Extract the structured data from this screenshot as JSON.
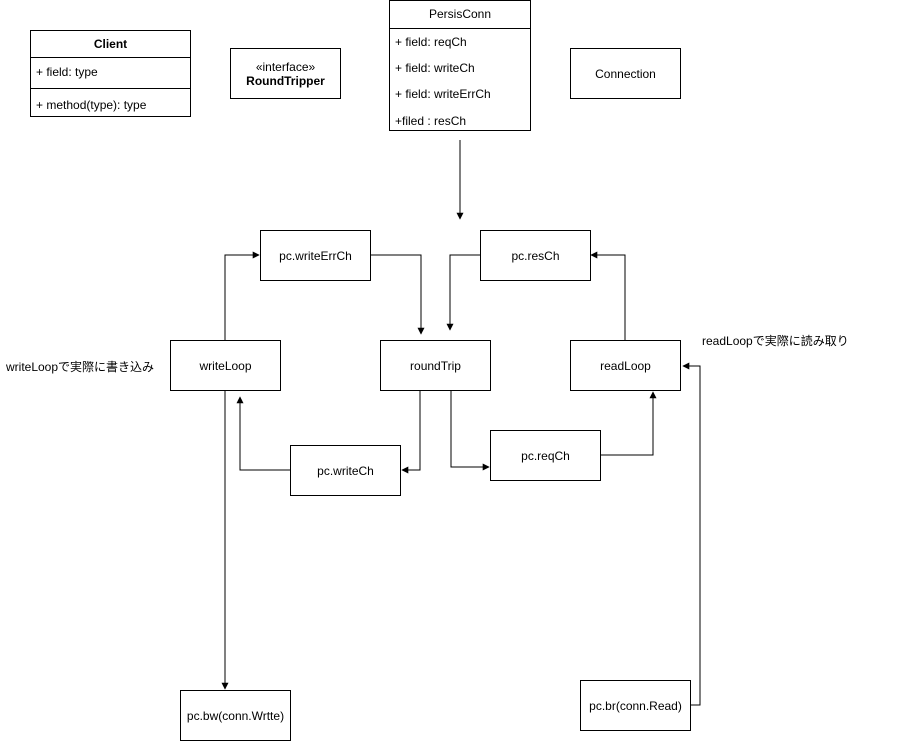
{
  "client": {
    "name": "Client",
    "field": "+ field: type",
    "method": "+ method(type): type"
  },
  "round_tripper": {
    "stereotype": "«interface»",
    "name": "RoundTripper"
  },
  "persis_conn": {
    "name": "PersisConn",
    "fields": [
      "+ field: reqCh",
      "+ field: writeCh",
      "+ field: writeErrCh",
      "+filed : resCh"
    ]
  },
  "connection": {
    "name": "Connection"
  },
  "nodes": {
    "write_err_ch": "pc.writeErrCh",
    "res_ch": "pc.resCh",
    "write_loop": "writeLoop",
    "round_trip": "roundTrip",
    "read_loop": "readLoop",
    "write_ch": "pc.writeCh",
    "req_ch": "pc.reqCh",
    "bw": "pc.bw(conn.Wrtte)",
    "br": "pc.br(conn.Read)"
  },
  "notes": {
    "write_loop_note": "writeLoopで実際に書き込み",
    "read_loop_note": "readLoopで実際に読み取り"
  }
}
